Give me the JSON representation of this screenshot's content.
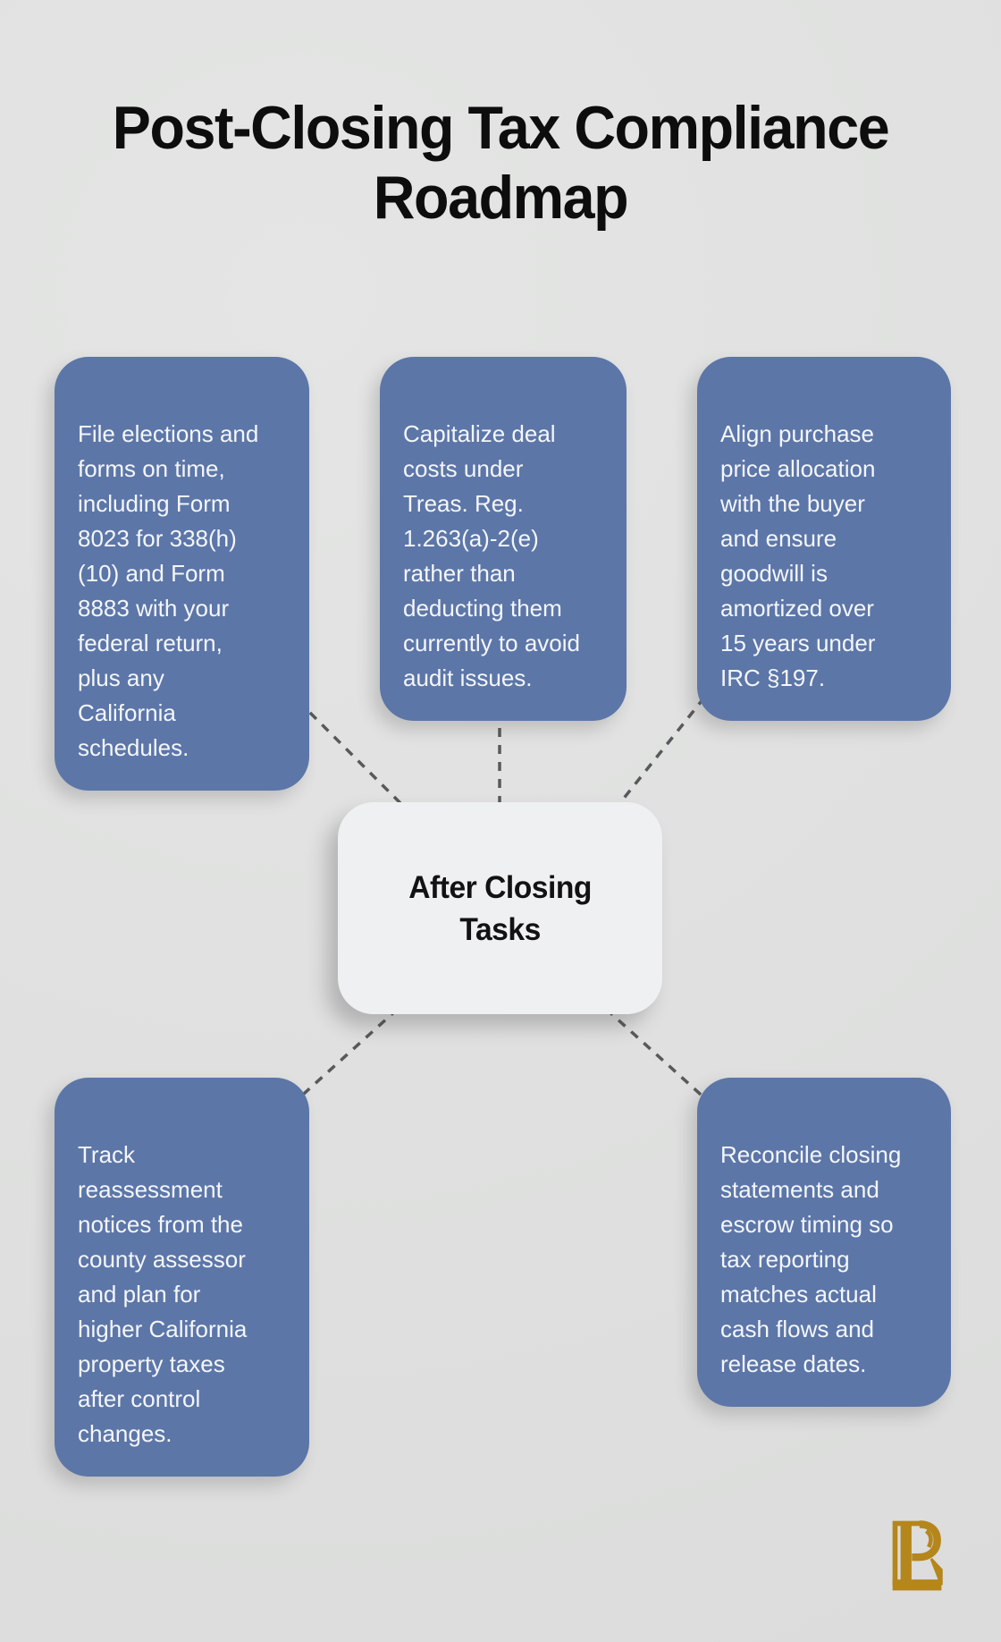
{
  "title": "Post-Closing Tax Compliance\nRoadmap",
  "center_node": {
    "label": "After Closing\nTasks"
  },
  "task_boxes": {
    "top_left": {
      "text": "File elections and\nforms on time,\nincluding Form\n8023 for 338(h)\n(10) and Form\n8883 with your\nfederal return,\nplus any\nCalifornia\nschedules."
    },
    "top_middle": {
      "text": "Capitalize deal\ncosts under\nTreas. Reg.\n1.263(a)-2(e)\nrather than\ndeducting them\ncurrently to avoid\naudit issues."
    },
    "top_right": {
      "text": "Align purchase\nprice allocation\nwith the buyer\nand ensure\ngoodwill is\namortized over\n15 years under\nIRC §197."
    },
    "bottom_left": {
      "text": "Track\nreassessment\nnotices from the\ncounty assessor\nand plan for\nhigher California\nproperty taxes\nafter control\nchanges."
    },
    "bottom_right": {
      "text": "Reconcile closing\nstatements and\nescrow timing so\ntax reporting\nmatches actual\ncash flows and\nrelease dates."
    }
  },
  "colors": {
    "background": "#dfe0df",
    "box_blue": "#5c76a8",
    "box_text": "#f4f6f9",
    "center_bg": "#eff0f2",
    "center_text": "#121212",
    "connector": "#58595a",
    "title_text": "#0d0d0d",
    "logo_gold": "#b5861b"
  },
  "icons": {
    "logo": "lp-monogram-icon"
  }
}
